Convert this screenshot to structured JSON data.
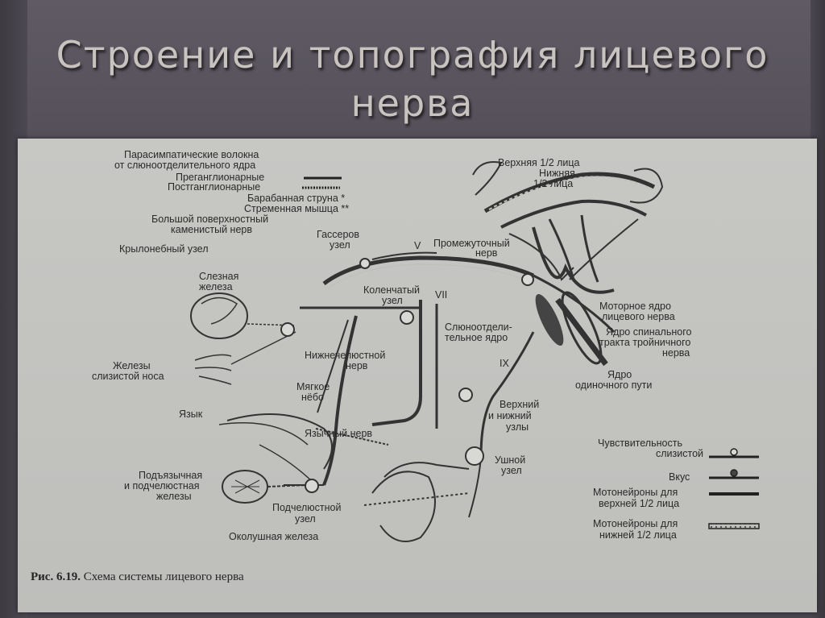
{
  "slide": {
    "title": "Строение и топография лицевого нерва"
  },
  "diagram": {
    "legend_top": {
      "parasympathetic_l1": "Парасимпатические волокна",
      "parasympathetic_l2": "от слюноотделительного ядра",
      "preganglionic": "Преганглионарные",
      "postganglionic": "Постганглионарные",
      "chorda_tympani": "Барабанная струна *",
      "stapedius": "Стременная мышца **",
      "greater_petrosal_l1": "Большой поверхностный",
      "greater_petrosal_l2": "каменистый нерв"
    },
    "labels": {
      "pterygopalatine": "Крылонебный узел",
      "gasserian_l1": "Гассеров",
      "gasserian_l2": "узел",
      "v": "V",
      "intermediate_l1": "Промежуточный",
      "intermediate_l2": "нерв",
      "upper_face": "Верхняя 1/2 лица",
      "lower_face_l1": "Нижняя",
      "lower_face_l2": "1/2 лица",
      "lacrimal_l1": "Слезная",
      "lacrimal_l2": "железа",
      "geniculate_l1": "Коленчатый",
      "geniculate_l2": "узел",
      "vii": "VII",
      "motor_nucleus_l1": "Моторное ядро",
      "motor_nucleus_l2": "лицевого нерва",
      "spinal_l1": "Ядро спинального",
      "spinal_l2": "тракта тройничного",
      "spinal_l3": "нерва",
      "salivatory_l1": "Слюноотдели-",
      "salivatory_l2": "тельное ядро",
      "nasal_l1": "Железы",
      "nasal_l2": "слизистой носа",
      "mandibular_l1": "Нижнечелюстной",
      "mandibular_l2": "нерв",
      "ix": "IX",
      "solitary_l1": "Ядро",
      "solitary_l2": "одиночного пути",
      "soft_palate_l1": "Мягкое",
      "soft_palate_l2": "нёбо",
      "upper_lower_l1": "Верхний",
      "upper_lower_l2": "и нижний",
      "upper_lower_l3": "узлы",
      "tongue": "Язык",
      "lingual": "Язычный нерв",
      "otic_l1": "Ушной",
      "otic_l2": "узел",
      "sublingual_l1": "Подъязычная",
      "sublingual_l2": "и подчелюстная",
      "sublingual_l3": "железы",
      "submandibular_l1": "Подчелюстной",
      "submandibular_l2": "узел",
      "parotid": "Околушная железа"
    },
    "legend_right": {
      "mucosa_l1": "Чувствительность",
      "mucosa_l2": "слизистой",
      "taste": "Вкус",
      "upper_motor_l1": "Мотонейроны для",
      "upper_motor_l2": "верхней 1/2 лица",
      "lower_motor_l1": "Мотонейроны для",
      "lower_motor_l2": "нижней 1/2 лица"
    },
    "caption_bold": "Рис. 6.19.",
    "caption_text": " Схема системы лицевого нерва"
  },
  "colors": {
    "title": "#c9c3c0",
    "background": "#55505a",
    "photo_paper": "#c4c4c1",
    "ink": "#2a2a2a"
  }
}
